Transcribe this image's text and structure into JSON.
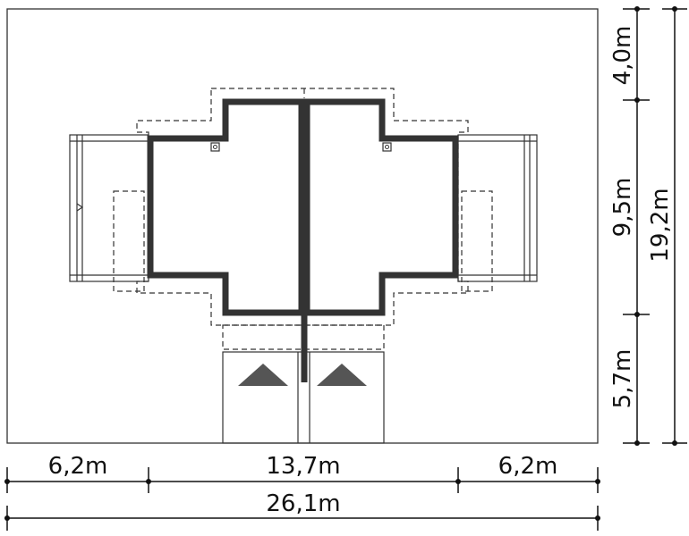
{
  "plot": {
    "dimensions": {
      "left_setback": "6,2m",
      "house_width": "13,7m",
      "right_setback": "6,2m",
      "total_width": "26,1m",
      "top_setback": "4,0m",
      "house_depth": "9,5m",
      "front_setback": "5,7m",
      "total_depth": "19,2m"
    }
  },
  "colors": {
    "wall": "#333333",
    "line": "#333333",
    "background": "#ffffff"
  }
}
